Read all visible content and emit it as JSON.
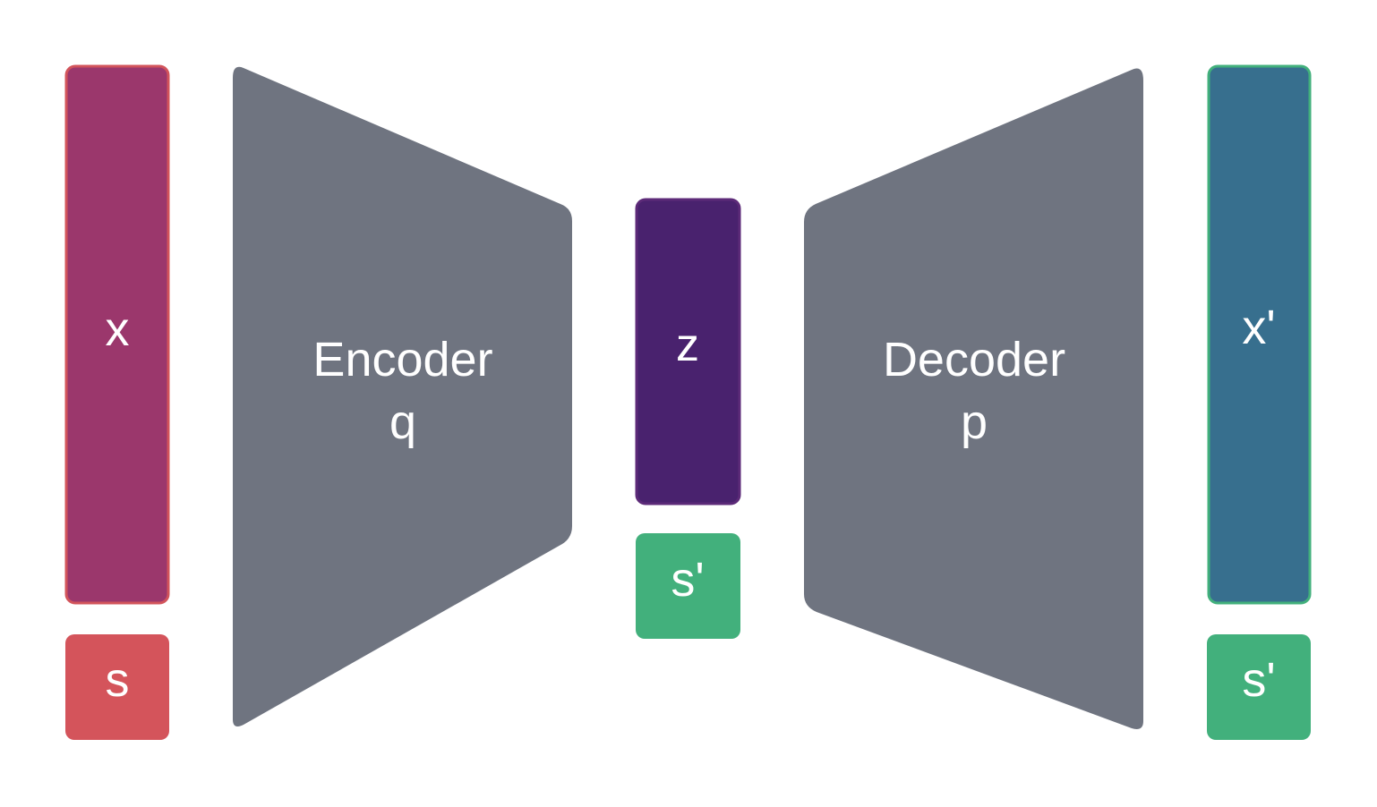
{
  "colors": {
    "x_fill": "#9b376c",
    "x_border": "#d2545b",
    "s_fill": "#d4545b",
    "z_fill": "#49226e",
    "z_border": "#5c2a78",
    "s_prime_fill": "#42b07c",
    "x_prime_fill": "#376f8e",
    "x_prime_border": "#42b07c",
    "network_fill": "#6f7480",
    "text": "#ffffff"
  },
  "input": {
    "x_label": "x",
    "s_label": "s"
  },
  "encoder": {
    "title": "Encoder",
    "symbol": "q"
  },
  "latent": {
    "z_label": "z",
    "s_label": "s'"
  },
  "decoder": {
    "title": "Decoder",
    "symbol": "p"
  },
  "output": {
    "x_label": "x'",
    "s_label": "s'"
  }
}
